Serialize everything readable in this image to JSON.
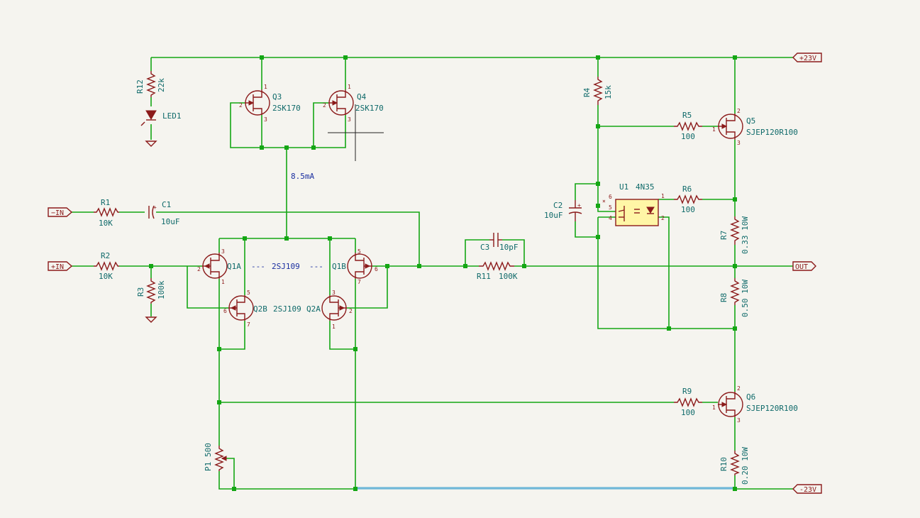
{
  "nets": {
    "pos_rail": "+23V",
    "neg_rail": "-23V",
    "in_neg": "−IN",
    "in_pos": "+IN",
    "out": "OUT"
  },
  "annotations": {
    "current": "8.5mA",
    "jfet_pair_left": "---",
    "jfet_pair_mid": "2SJ109",
    "jfet_pair_right": "---"
  },
  "components": {
    "R12": {
      "ref": "R12",
      "value": "22k"
    },
    "LED1": {
      "ref": "LED1"
    },
    "Q3": {
      "ref": "Q3",
      "value": "2SK170"
    },
    "Q4": {
      "ref": "Q4",
      "value": "2SK170"
    },
    "R1": {
      "ref": "R1",
      "value": "10K"
    },
    "C1": {
      "ref": "C1",
      "value": "10uF"
    },
    "R2": {
      "ref": "R2",
      "value": "10K"
    },
    "R3": {
      "ref": "R3",
      "value": "100k"
    },
    "Q1A": {
      "ref": "Q1A"
    },
    "Q1B": {
      "ref": "Q1B"
    },
    "Q2B": {
      "ref": "Q2B",
      "value": "2SJ109"
    },
    "Q2A": {
      "ref": "Q2A"
    },
    "C3": {
      "ref": "C3",
      "value": "10pF"
    },
    "R11": {
      "ref": "R11",
      "value": "100K"
    },
    "R4": {
      "ref": "R4",
      "value": "15k"
    },
    "R5": {
      "ref": "R5",
      "value": "100"
    },
    "Q5": {
      "ref": "Q5",
      "value": "SJEP120R100"
    },
    "U1": {
      "ref": "U1",
      "value": "4N35"
    },
    "C2": {
      "ref": "C2",
      "value": "10uF"
    },
    "R6": {
      "ref": "R6",
      "value": "100"
    },
    "R7": {
      "ref": "R7",
      "value": "0.33 10W"
    },
    "R8": {
      "ref": "R8",
      "value": "0.50 10W"
    },
    "R9": {
      "ref": "R9",
      "value": "100"
    },
    "Q6": {
      "ref": "Q6",
      "value": "SJEP120R100"
    },
    "P1": {
      "ref": "P1",
      "value": "500"
    },
    "R10": {
      "ref": "R10",
      "value": "0.20 10W"
    }
  },
  "pins": {
    "q3": [
      "1",
      "2",
      "3"
    ],
    "q4": [
      "1",
      "2",
      "3"
    ],
    "q1a": [
      "3",
      "2",
      "1"
    ],
    "q1b": [
      "5",
      "6",
      "7"
    ],
    "q2b": [
      "5",
      "6",
      "7"
    ],
    "q2a": [
      "3",
      "2",
      "1"
    ],
    "q5": [
      "2",
      "1",
      "3"
    ],
    "q6": [
      "2",
      "1",
      "3"
    ],
    "u1": [
      "6",
      "5",
      "4",
      "1",
      "2"
    ],
    "plus": "+",
    "noconnect": "×"
  },
  "colors": {
    "wire": "#14a614",
    "component": "#8b1a1a",
    "reference": "#0f6a6a",
    "note": "#1a2ea0",
    "highlight_body": "#fff6a6",
    "selected_wire": "#6fb8d8",
    "background": "#f5f4ef"
  }
}
